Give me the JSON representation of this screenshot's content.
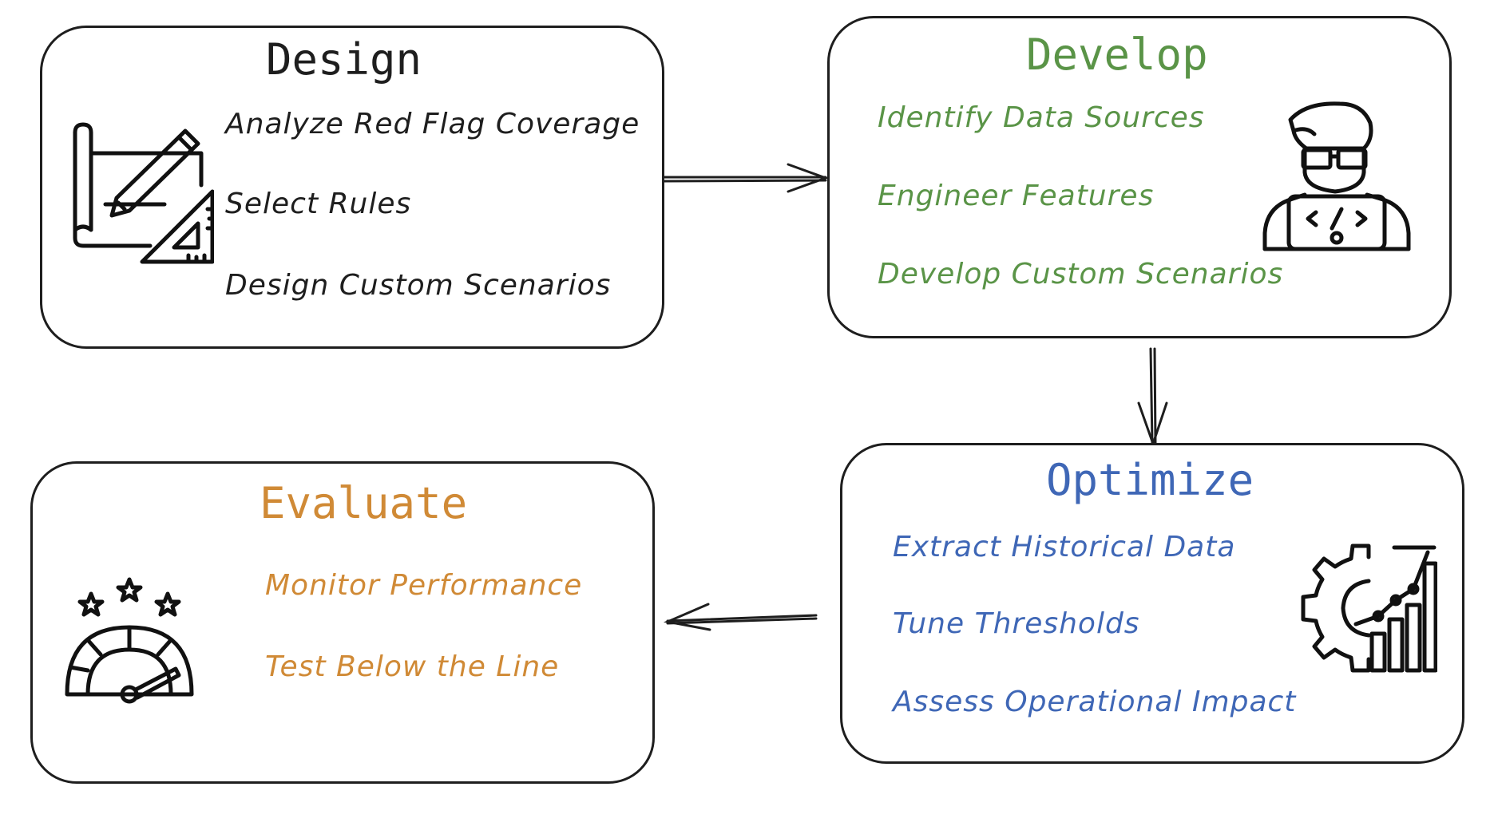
{
  "colors": {
    "outline": "#1e1e1e",
    "design": "#1e1e1e",
    "develop": "#5a9447",
    "optimize": "#3f67b6",
    "evaluate": "#d08a36"
  },
  "stages": {
    "design": {
      "title": "Design",
      "items": [
        "Analyze Red Flag Coverage",
        "Select Rules",
        "Design Custom Scenarios"
      ],
      "icon": "blueprint-pencil-ruler-icon"
    },
    "develop": {
      "title": "Develop",
      "items": [
        "Identify Data Sources",
        "Engineer Features",
        "Develop Custom Scenarios"
      ],
      "icon": "developer-laptop-icon"
    },
    "optimize": {
      "title": "Optimize",
      "items": [
        "Extract Historical Data",
        "Tune Thresholds",
        "Assess Operational Impact"
      ],
      "icon": "gear-growth-chart-icon"
    },
    "evaluate": {
      "title": "Evaluate",
      "items": [
        "Monitor Performance",
        "Test Below the Line"
      ],
      "icon": "rating-speedometer-icon"
    }
  }
}
